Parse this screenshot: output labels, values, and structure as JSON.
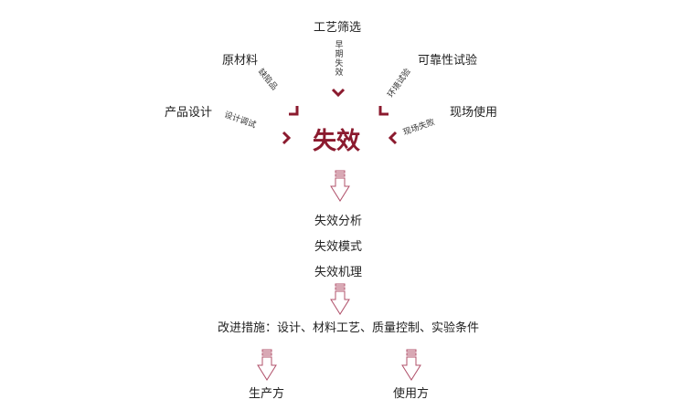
{
  "colors": {
    "accent": "#8b1a2e",
    "arrow_outline": "#b0506a",
    "text": "#222222"
  },
  "center": "失效",
  "sources": {
    "top": {
      "label": "工艺筛选",
      "edge": "早期失效"
    },
    "upper_left": {
      "label": "原材料",
      "edge": "缺陷品"
    },
    "left": {
      "label": "产品设计",
      "edge": "设计调试"
    },
    "upper_right": {
      "label": "可靠性试验",
      "edge": "环境试验"
    },
    "right": {
      "label": "现场使用",
      "edge": "现场失败"
    }
  },
  "analysis": [
    "失效分析",
    "失效模式",
    "失效机理"
  ],
  "measures": "改进措施：设计、材料工艺、质量控制、实验条件",
  "outputs": [
    "生产方",
    "使用方"
  ],
  "icons": {
    "chevron": "chevron-icon",
    "down_arrow": "hollow-down-arrow-icon"
  }
}
